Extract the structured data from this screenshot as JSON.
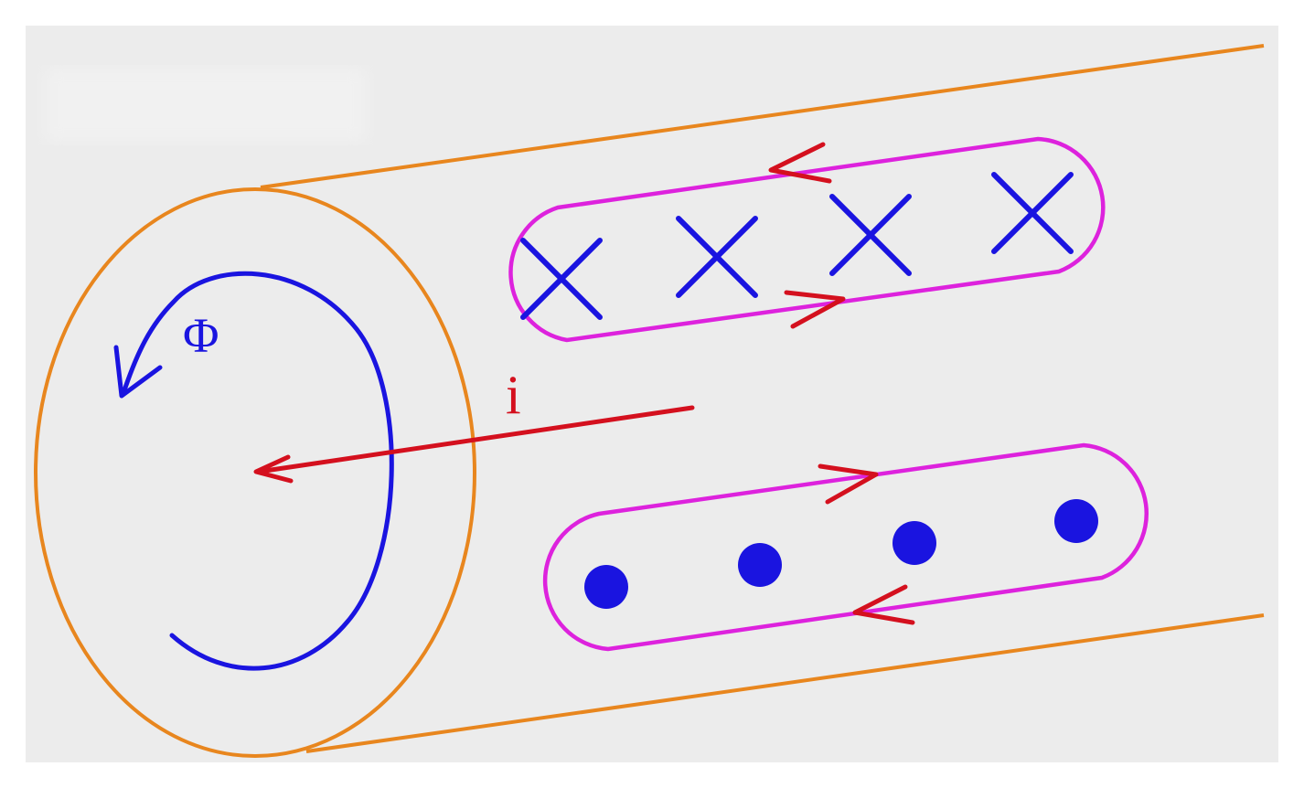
{
  "diagram": {
    "colors": {
      "background": "#ececec",
      "cylinder": "#e8861e",
      "flux": "#1a14e0",
      "current": "#d4101e",
      "loop": "#dd22dd",
      "field_marks": "#1a14e0"
    },
    "labels": {
      "flux": "Φ",
      "current": "i"
    },
    "field_into_page_count": 4,
    "field_out_of_page_count": 4
  }
}
